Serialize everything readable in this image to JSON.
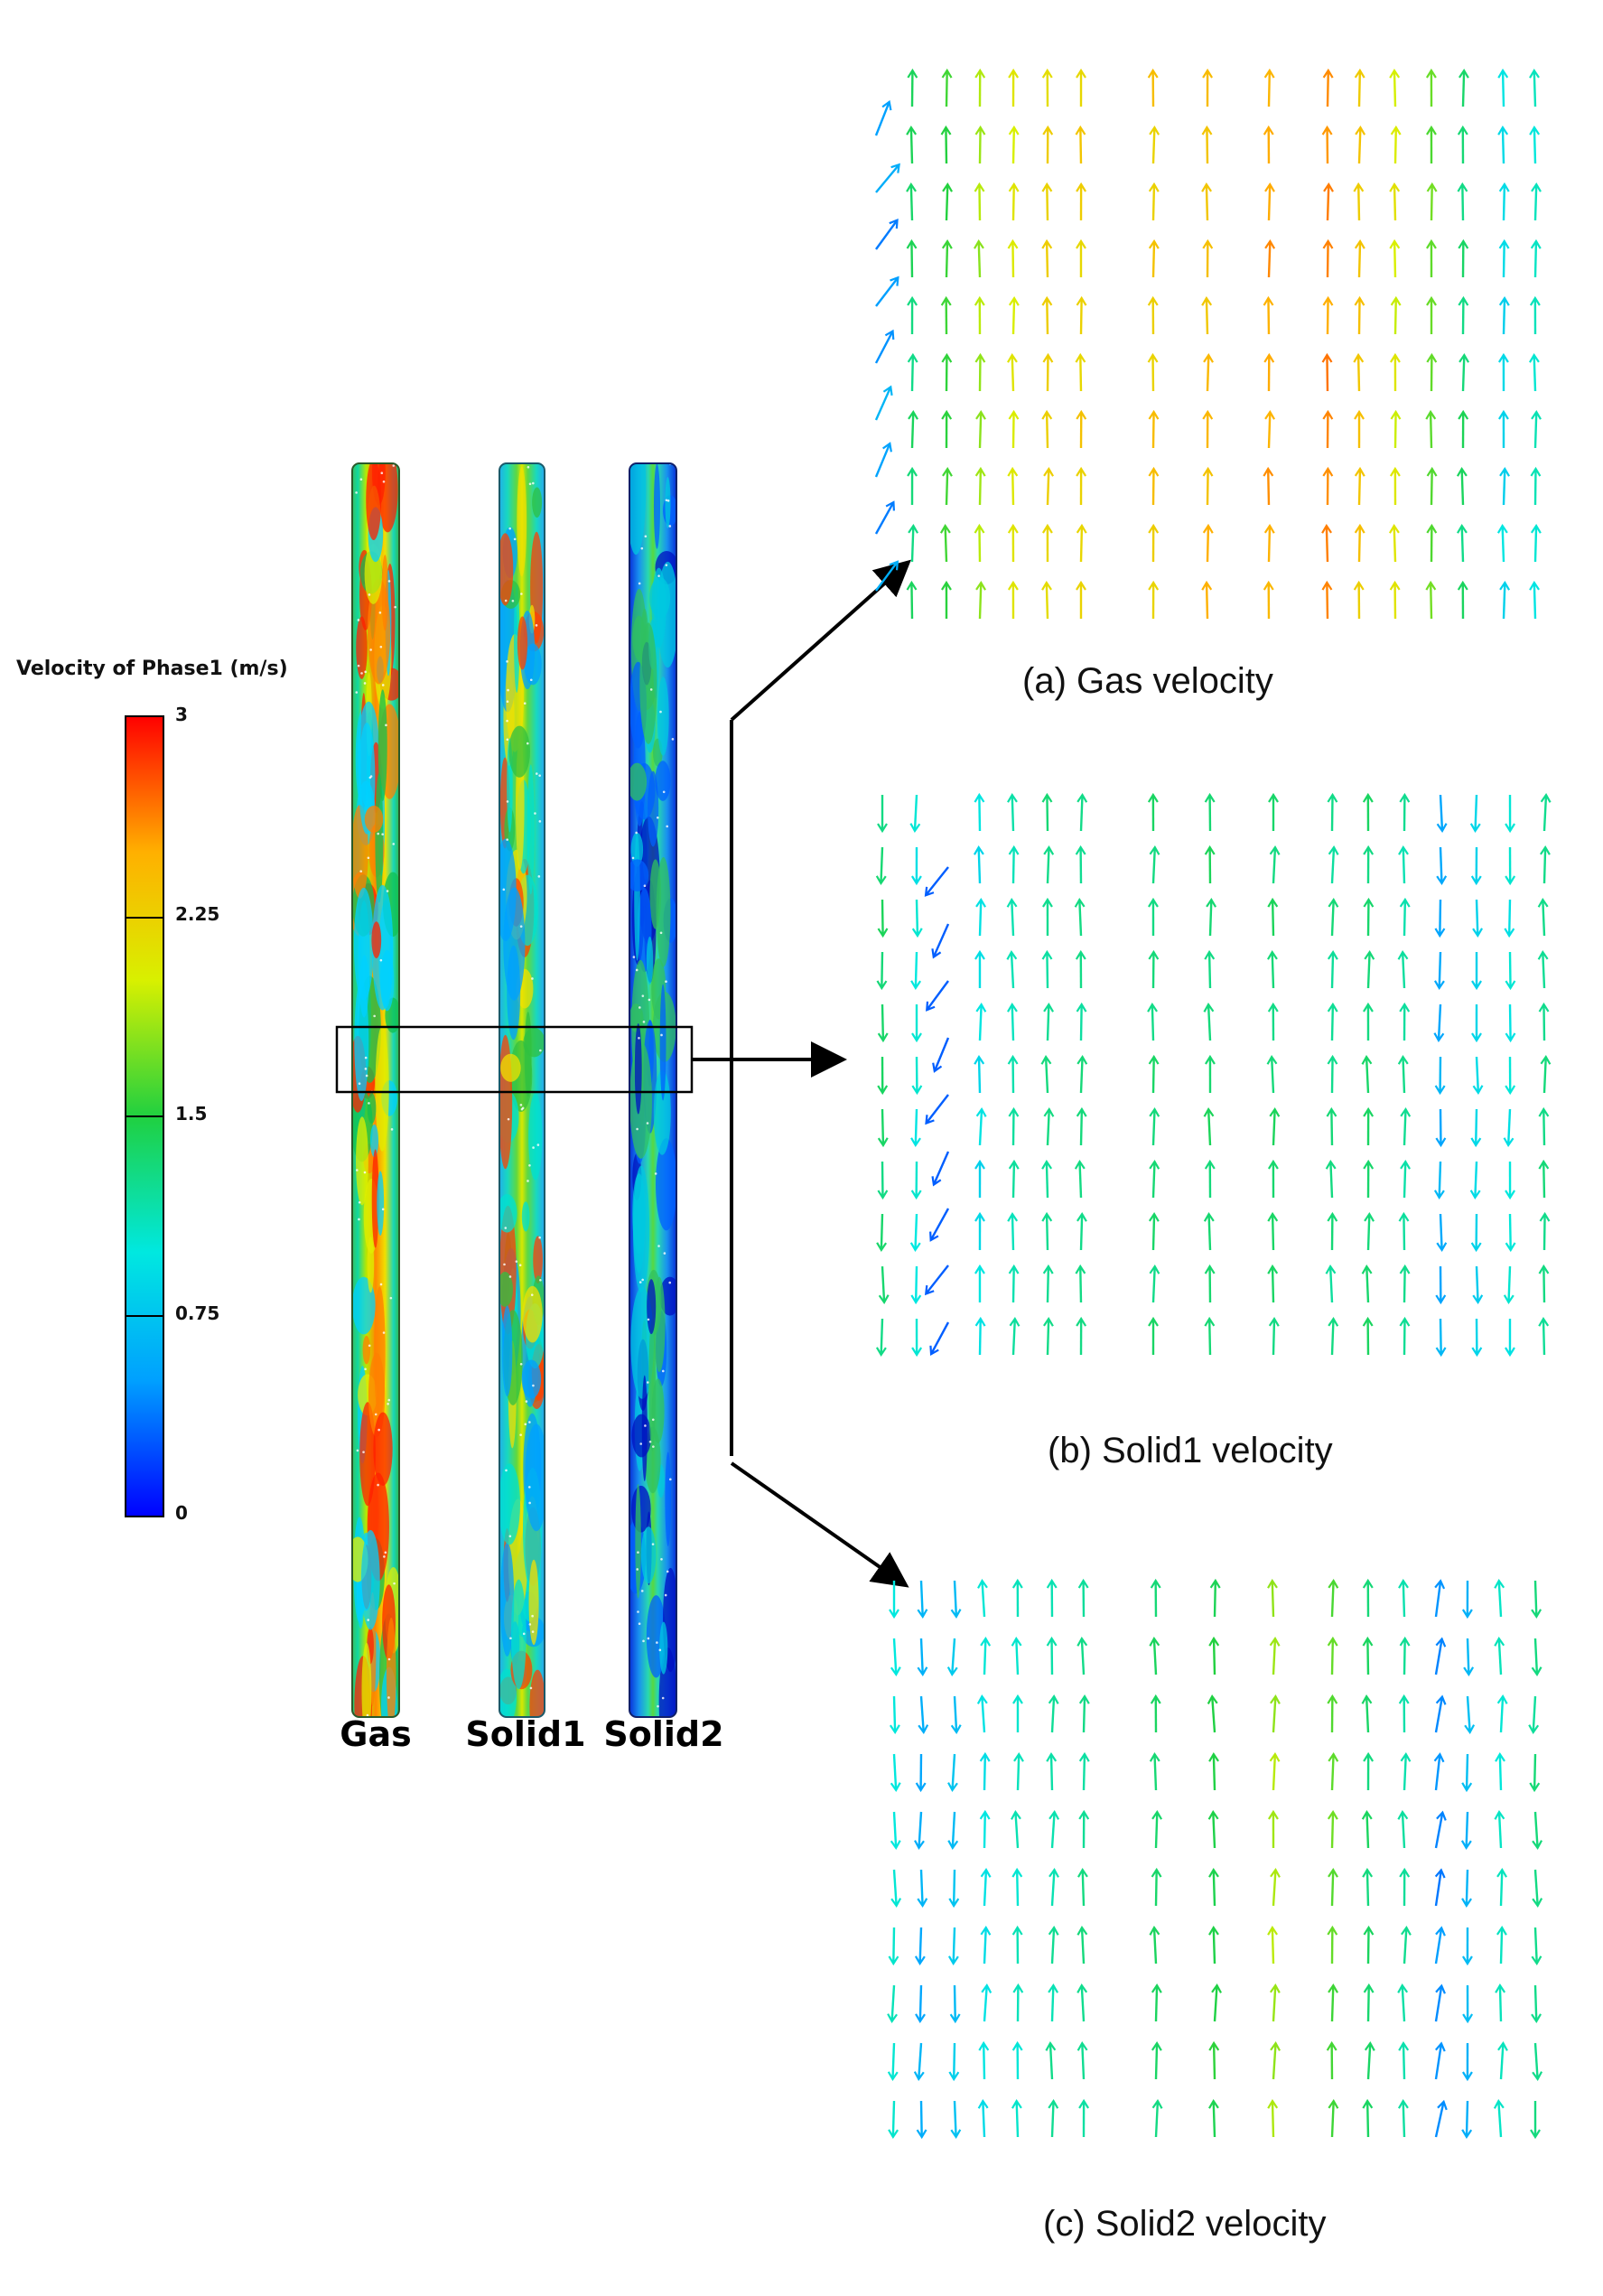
{
  "legend": {
    "title": "Velocity of Phase1 (m/s)",
    "ticks": [
      "3",
      "2.25",
      "1.5",
      "0.75",
      "0"
    ],
    "colors": [
      "#0000ff",
      "#00a0ff",
      "#00e8e0",
      "#20d040",
      "#d8f000",
      "#ffb000",
      "#ff0000"
    ]
  },
  "columns": [
    {
      "label": "Gas"
    },
    {
      "label": "Solid1"
    },
    {
      "label": "Solid2"
    }
  ],
  "panels": [
    {
      "caption": "(a) Gas velocity"
    },
    {
      "caption": "(b) Solid1 velocity"
    },
    {
      "caption": "(c) Solid2 velocity"
    }
  ]
}
